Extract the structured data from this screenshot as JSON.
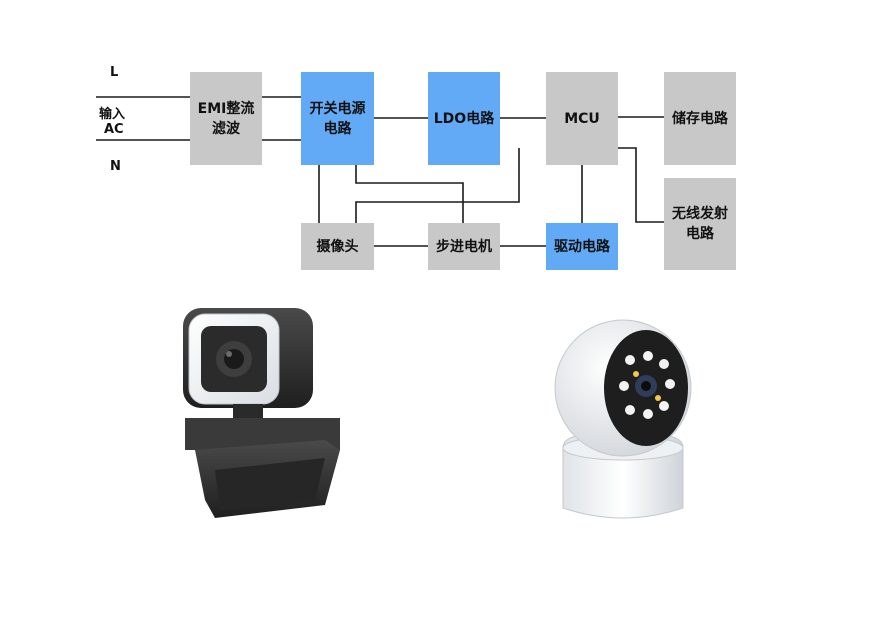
{
  "input_labels": {
    "L": "L",
    "input": "输入",
    "ac": "AC",
    "N": "N"
  },
  "blocks": {
    "emi": "EMI整流\n滤波",
    "switching_power": "开关电源\n电路",
    "ldo": "LDO电路",
    "mcu": "MCU",
    "storage": "储存电路",
    "wireless_tx": "无线发射\n电路",
    "camera": "摄像头",
    "stepper_motor": "步进电机",
    "driver": "驱动电路"
  },
  "colors": {
    "grey_block": "#c8c8c8",
    "blue_block": "#62aaf6",
    "wire": "#1a1a1a"
  },
  "photos": [
    {
      "name": "usb-webcam-with-ring-light",
      "icon": "webcam"
    },
    {
      "name": "pan-tilt-security-camera",
      "icon": "dome-camera"
    }
  ]
}
